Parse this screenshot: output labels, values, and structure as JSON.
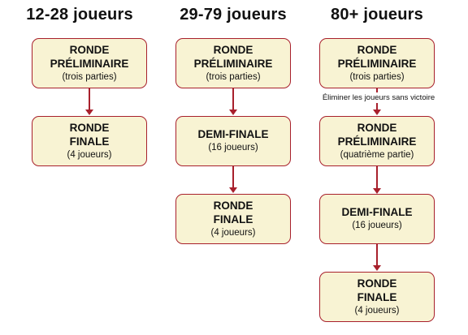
{
  "columns": [
    {
      "title": "12-28 joueurs",
      "boxes": [
        {
          "lines": [
            "RONDE",
            "PRÉLIMINAIRE"
          ],
          "sub": "(trois parties)"
        },
        {
          "lines": [
            "RONDE",
            "FINALE"
          ],
          "sub": "(4 joueurs)"
        }
      ]
    },
    {
      "title": "29-79 joueurs",
      "boxes": [
        {
          "lines": [
            "RONDE",
            "PRÉLIMINAIRE"
          ],
          "sub": "(trois parties)"
        },
        {
          "lines": [
            "DEMI-FINALE"
          ],
          "sub": "(16 joueurs)"
        },
        {
          "lines": [
            "RONDE",
            "FINALE"
          ],
          "sub": "(4 joueurs)"
        }
      ]
    },
    {
      "title": "80+ joueurs",
      "note": "Éliminer les joueurs sans victoire",
      "boxes": [
        {
          "lines": [
            "RONDE",
            "PRÉLIMINAIRE"
          ],
          "sub": "(trois parties)"
        },
        {
          "lines": [
            "RONDE",
            "PRÉLIMINAIRE"
          ],
          "sub": "(quatrième partie)"
        },
        {
          "lines": [
            "DEMI-FINALE"
          ],
          "sub": "(16 joueurs)"
        },
        {
          "lines": [
            "RONDE",
            "FINALE"
          ],
          "sub": "(4 joueurs)"
        }
      ]
    }
  ],
  "colors": {
    "box_fill": "#f8f3d3",
    "border": "#a8202c",
    "arrow": "#a8202c"
  }
}
